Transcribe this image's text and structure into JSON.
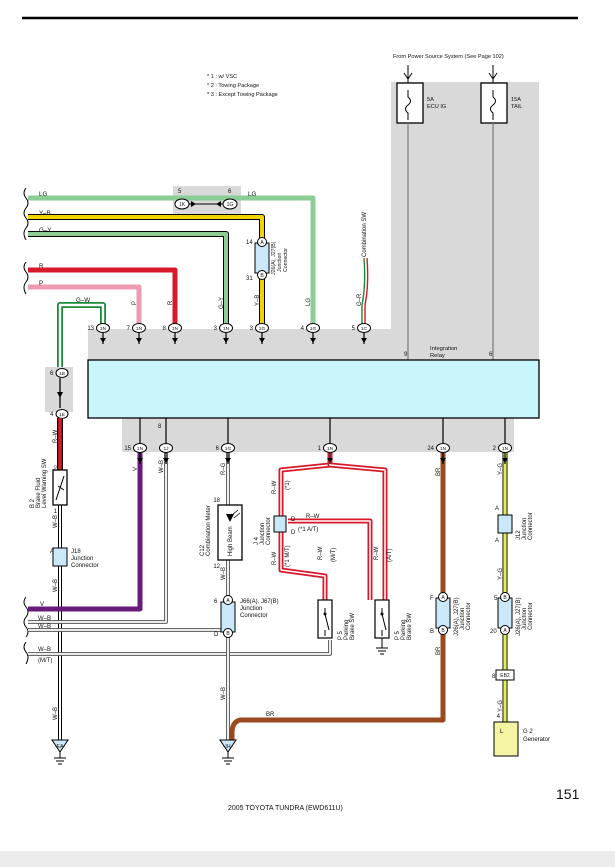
{
  "notes": [
    "* 1 : w/ VSC",
    "* 2 : Towing Package",
    "* 3 : Except Towing Package"
  ],
  "power_source": "From Power Source System (See Page 102)",
  "fuses": [
    {
      "rating": "5A",
      "name": "ECU IG"
    },
    {
      "rating": "15A",
      "name": "TAIL"
    }
  ],
  "left_wire_labels": {
    "lg": "LG",
    "yb": "Y–B",
    "gy": "G–Y",
    "r": "R",
    "p": "P",
    "gw": "G–W"
  },
  "mid_wire_labels": {
    "lg_top": "LG",
    "p": "P",
    "r": "R",
    "gy": "G–Y",
    "yb": "Y–B",
    "lg": "LG",
    "gr": "G–R",
    "rw_left": "R–W",
    "v": "V",
    "wb_col": "W–B",
    "rg": "R–G",
    "wb_meter": "W–B",
    "br": "BR",
    "br_low": "BR",
    "yg": "Y–G",
    "yg2": "Y–G",
    "yg3": "Y–G",
    "wb_j18": "W–B",
    "wb_j18b": "W–B",
    "wb_ea": "W–B",
    "wb_ih": "W–B",
    "rw_1": "R–W",
    "rw_1n": "(*1)",
    "rw_2": "R–W",
    "rw_2n": "(*1 A/T)",
    "rw_3": "R–W",
    "rw_3n": "(*1 M/T)",
    "rw_4": "R–W",
    "rw_4n": "(M/T)",
    "rw_5": "R–W",
    "rw_5n": "(A/T)"
  },
  "bus_labels": {
    "v": "V",
    "wb1": "W–B",
    "wb2": "W–B",
    "wb3": "W–B",
    "mt": "(M/T)"
  },
  "top_connector": {
    "pin_left": "5",
    "pin_right": "6",
    "tag_left": "1K",
    "tag_right": "1G"
  },
  "j25_connector": {
    "pin_top": "14",
    "pin_bottom": "31",
    "tag_top": "A",
    "tag_bottom": "B",
    "name1": "J26(A), J27(B)",
    "name2": "Junction",
    "name3": "Connector"
  },
  "combination_sw": "Combination SW",
  "relay_top_pins": [
    {
      "pin": "13",
      "tag": "1N"
    },
    {
      "pin": "7",
      "tag": "1N"
    },
    {
      "pin": "8",
      "tag": "1N"
    },
    {
      "pin": "3",
      "tag": "1N"
    },
    {
      "pin": "3",
      "tag": "1G"
    },
    {
      "pin": "4",
      "tag": "1G"
    },
    {
      "pin": "5",
      "tag": "1C"
    }
  ],
  "relay_fuse_pins": [
    "9",
    "6"
  ],
  "relay_label": [
    "Integration",
    "Relay"
  ],
  "relay_left_pins": [
    {
      "pin": "6",
      "tag": "1B"
    },
    {
      "pin": "4",
      "tag": "1E"
    }
  ],
  "relay_bottom_pins": [
    {
      "pin": "15",
      "tag": "1N"
    },
    {
      "pin": "8",
      "tag": "1J"
    },
    {
      "pin": "6",
      "tag": "1G"
    },
    {
      "pin": "1",
      "tag": "1N"
    },
    {
      "pin": "24",
      "tag": "1N"
    },
    {
      "pin": "2",
      "tag": "1N"
    }
  ],
  "relay_bottom_label_8": "8",
  "b2": {
    "id": "B 2",
    "line1": "Brake Fluid",
    "line2": "Level Warning SW"
  },
  "j18": {
    "id": "J18",
    "line1": "Junction",
    "line2": "Connector",
    "pin": "A"
  },
  "c12": {
    "id": "C12",
    "line1": "Combination Meter",
    "label": "High Beam",
    "pin_top": "18",
    "pin_bottom": "12"
  },
  "j4": {
    "id": "J 4",
    "line1": "Junction",
    "line2": "Connector",
    "pin": "D"
  },
  "j66": {
    "id": "J66(A), J67(B)",
    "line1": "Junction",
    "line2": "Connector",
    "pin_a": "A",
    "pin_b": "B"
  },
  "p5a": {
    "id": "P 5",
    "line1": "Parking",
    "line2": "Brake SW",
    "pin": "1"
  },
  "p5b": {
    "id": "P 5",
    "line1": "Parking",
    "line2": "Brake SW",
    "pin": "1"
  },
  "j26b": {
    "id": "J26(A), J27(B)",
    "line1": "Junction",
    "line2": "Connector",
    "pin_a": "F",
    "pin_b": "B",
    "pin_a_tag": "A",
    "pin_b_tag": "B"
  },
  "j12a": {
    "id": "J12",
    "line1": "Junction",
    "line2": "Connector",
    "pin": "A"
  },
  "j26c": {
    "id": "J26(A), J27(B)",
    "line1": "Junction",
    "line2": "Connector",
    "pin_a": "5",
    "pin_b": "20",
    "tag_a": "B",
    "tag_b": "A"
  },
  "eb2": {
    "pin": "8",
    "tag": "EB2"
  },
  "g2": {
    "id": "G 2",
    "line1": "Generator",
    "pin": "L",
    "pin_num": "4"
  },
  "grounds": [
    "EA",
    "IH"
  ],
  "page_number": "151",
  "footer": "2005 TOYOTA TUNDRA (EWD611U)"
}
